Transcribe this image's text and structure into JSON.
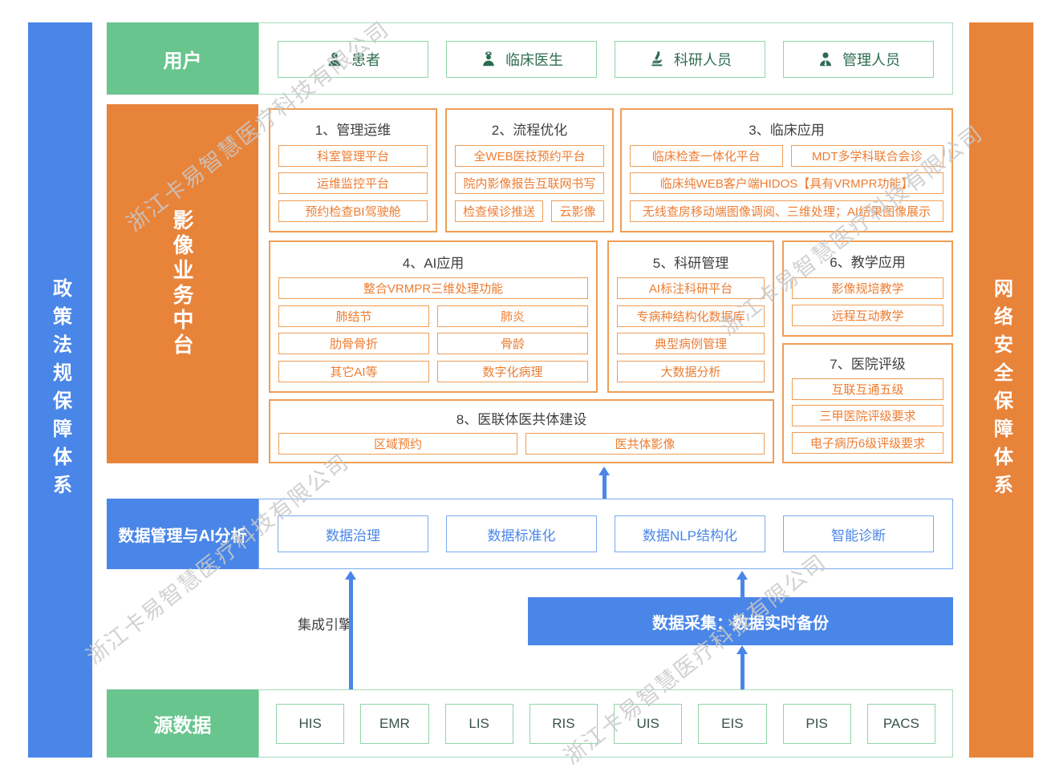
{
  "watermark": {
    "text": "浙江卡易智慧医疗科技有限公司"
  },
  "sidebars": {
    "left": "政策法规保障体系",
    "right": "网络安全保障体系"
  },
  "users": {
    "label": "用户",
    "items": [
      {
        "icon": "patient-icon",
        "label": "患者"
      },
      {
        "icon": "doctor-icon",
        "label": "临床医生"
      },
      {
        "icon": "researcher-icon",
        "label": "科研人员"
      },
      {
        "icon": "admin-icon",
        "label": "管理人员"
      }
    ]
  },
  "platform": {
    "label": "影像业务中台",
    "sections": [
      {
        "title": "1、管理运维",
        "rows": [
          [
            "科室管理平台"
          ],
          [
            "运维监控平台"
          ],
          [
            "预约检查BI驾驶舱"
          ]
        ]
      },
      {
        "title": "2、流程优化",
        "rows": [
          [
            "全WEB医技预约平台"
          ],
          [
            "院内影像报告互联网书写"
          ],
          [
            [
              "检查候诊推送",
              1.7
            ],
            [
              "云影像",
              1
            ]
          ]
        ]
      },
      {
        "title": "3、临床应用",
        "rows": [
          [
            [
              "临床检查一体化平台",
              1
            ],
            [
              "MDT多学科联合会诊",
              1
            ]
          ],
          [
            "临床纯WEB客户端HIDOS【具有VRMPR功能】"
          ],
          [
            "无线查房移动端图像调阅、三维处理；AI结果图像展示"
          ]
        ]
      },
      {
        "title": "4、AI应用",
        "rows": [
          [
            "整合VRMPR三维处理功能"
          ],
          [
            [
              "肺结节",
              1
            ],
            [
              "肺炎",
              1
            ]
          ],
          [
            [
              "肋骨骨折",
              1
            ],
            [
              "骨龄",
              1
            ]
          ],
          [
            [
              "其它AI等",
              1
            ],
            [
              "数字化病理",
              1
            ]
          ]
        ]
      },
      {
        "title": "5、科研管理",
        "rows": [
          [
            "AI标注科研平台"
          ],
          [
            "专病种结构化数据库"
          ],
          [
            "典型病例管理"
          ],
          [
            "大数据分析"
          ]
        ]
      },
      {
        "title": "6、教学应用",
        "rows": [
          [
            "影像规培教学"
          ],
          [
            "远程互动教学"
          ]
        ]
      },
      {
        "title": "7、医院评级",
        "rows": [
          [
            "互联互通五级"
          ],
          [
            "三甲医院评级要求"
          ],
          [
            "电子病历6级评级要求"
          ]
        ]
      },
      {
        "title": "8、医联体医共体建设",
        "rows": [
          [
            [
              "区域预约",
              1
            ],
            [
              "医共体影像",
              1
            ]
          ]
        ]
      }
    ]
  },
  "data_mgmt": {
    "label": "数据管理与AI分析",
    "items": [
      "数据治理",
      "数据标准化",
      "数据NLP结构化",
      "智能诊断"
    ]
  },
  "integration": {
    "engine_label": "集成引擎",
    "collection_label": "数据采集：数据实时备份"
  },
  "source": {
    "label": "源数据",
    "items": [
      "HIS",
      "EMR",
      "LIS",
      "RIS",
      "UIS",
      "EIS",
      "PIS",
      "PACS"
    ]
  },
  "colors": {
    "green": "#68c58e",
    "orange": "#e8833a",
    "blue": "#4a86e8"
  }
}
